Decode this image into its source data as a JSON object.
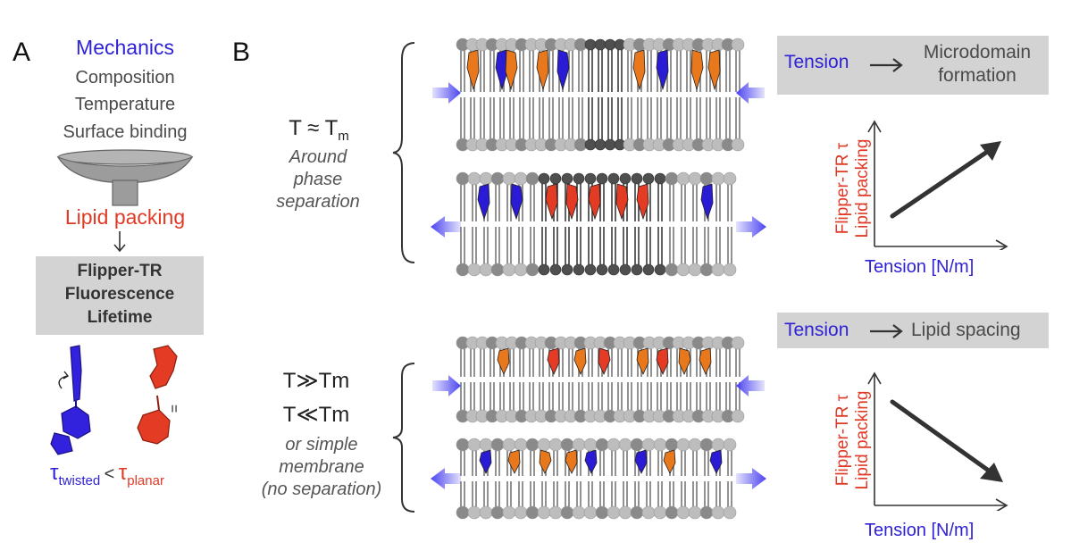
{
  "panel_a": {
    "letter": "A",
    "factors": [
      {
        "text": "Mechanics",
        "color": "#2f22d6"
      },
      {
        "text": "Composition",
        "color": "#4a4a4a"
      },
      {
        "text": "Temperature",
        "color": "#4a4a4a"
      },
      {
        "text": "Surface binding",
        "color": "#4a4a4a"
      }
    ],
    "output": "Lipid packing",
    "box_lines": [
      "Flipper-TR",
      "Fluorescence",
      "Lifetime"
    ],
    "tau_symbol": "τ",
    "tau_twisted_sub": "twisted",
    "tau_less": "<",
    "tau_planar_sub": "planar",
    "planar_mark": "=",
    "colors": {
      "twisted": "#3322dd",
      "planar": "#e33b24",
      "funnel": "#999999"
    }
  },
  "panel_b": {
    "letter": "B",
    "conditions": [
      {
        "lines": [
          "T ≈ T"
        ],
        "subscript": "m",
        "note_lines": [
          "Around",
          "phase",
          "separation"
        ],
        "tension_word": "Tension",
        "effect_lines": [
          "Microdomain",
          "formation"
        ],
        "graph_ylabel_lines": [
          "Flipper-TR τ",
          "Lipid packing"
        ],
        "graph_xlabel": "Tension [N/m]",
        "trend": "increasing"
      },
      {
        "lines": [
          "T≫Tm",
          "T≪Tm"
        ],
        "subscript": "",
        "note_lines": [
          "or simple",
          "membrane",
          "(no separation)"
        ],
        "tension_word": "Tension",
        "effect_lines": [
          "Lipid spacing"
        ],
        "graph_ylabel_lines": [
          "Flipper-TR τ",
          "Lipid packing"
        ],
        "graph_xlabel": "Tension [N/m]",
        "trend": "decreasing"
      }
    ],
    "colors": {
      "probe_orange": "#e9781c",
      "probe_red": "#e33b24",
      "probe_blue": "#2a1bd4",
      "arrow": "#4b43f0",
      "lipid_dark": "#555555",
      "lipid_light": "#bdbdbd"
    }
  }
}
